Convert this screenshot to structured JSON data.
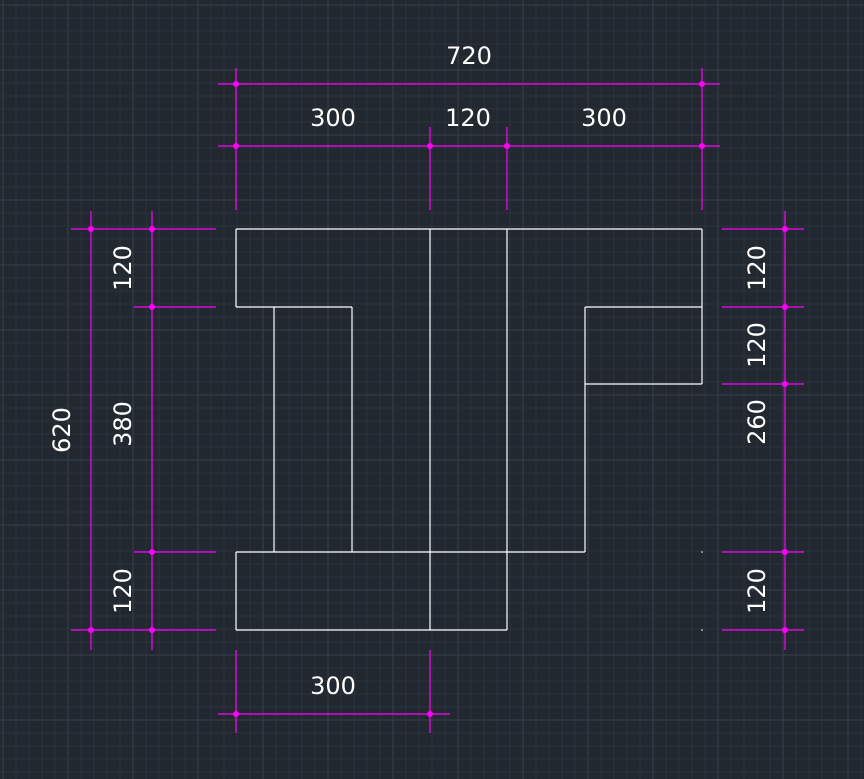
{
  "colors": {
    "background": "#212830",
    "grid_minor": "#2a323b",
    "grid_major": "#36404a",
    "outline": "#ffffff",
    "dimension": "#ff00ff"
  },
  "dimensions": {
    "top_total": "720",
    "top_left": "300",
    "top_middle": "120",
    "top_right": "300",
    "left_total": "620",
    "left_top": "120",
    "left_middle": "380",
    "left_bottom": "120",
    "right_1": "120",
    "right_2": "120",
    "right_3": "260",
    "right_4": "120",
    "bottom": "300"
  }
}
